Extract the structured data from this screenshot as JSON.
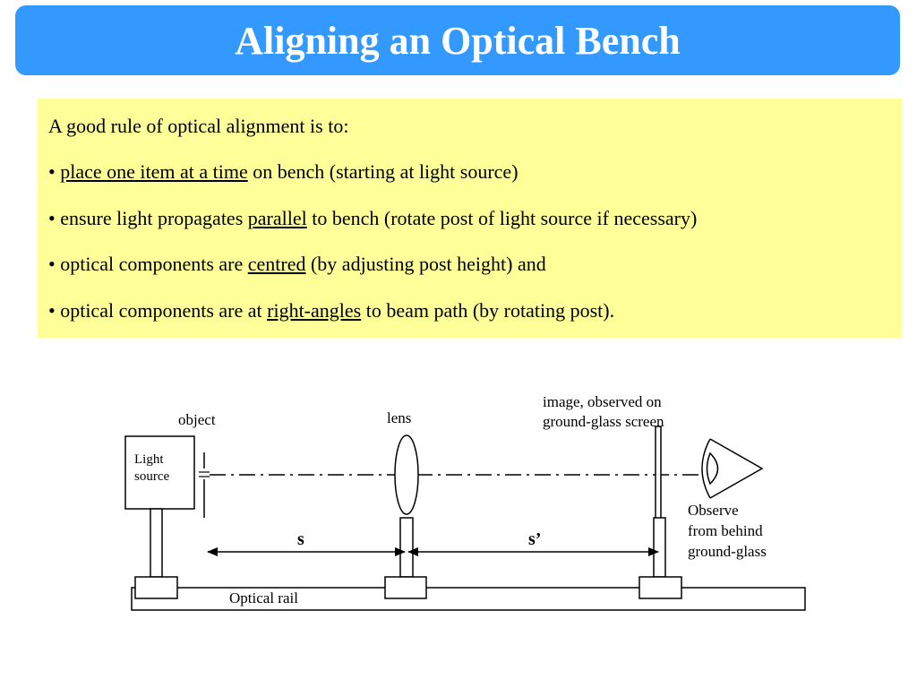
{
  "title": "Aligning an Optical Bench",
  "colors": {
    "title_bg": "#3399ff",
    "title_text": "#ffffff",
    "box_bg": "#ffff99"
  },
  "rules": {
    "intro": "A good rule of optical alignment is to:",
    "bullet": "•",
    "items": [
      {
        "before": "place one item at a time",
        "before_underlined": true,
        "after": " on bench (starting at light source)"
      },
      {
        "before": "ensure light propagates ",
        "highlight": "parallel",
        "after": " to bench (rotate post of light source if necessary)"
      },
      {
        "before": "optical components are ",
        "highlight": "centred",
        "after": " (by adjusting post height) and"
      },
      {
        "before": "optical components are at ",
        "highlight": "right-angles",
        "after": " to beam path (by rotating post)."
      }
    ]
  },
  "diagram": {
    "light_source": "Light\nsource",
    "object_label": "object",
    "lens_label": "lens",
    "image_label": "image, observed on\nground-glass screen",
    "observe_label": "Observe\nfrom behind\nground-glass",
    "s_label": "s",
    "s_prime_label": "s’",
    "rail_label": "Optical rail"
  }
}
